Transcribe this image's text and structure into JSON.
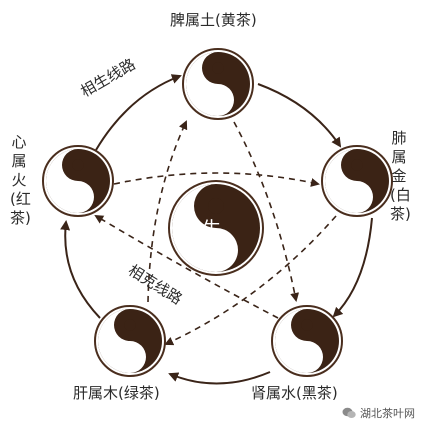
{
  "center": {
    "label": "养生"
  },
  "nodes": [
    {
      "id": "spleen",
      "label": "脾属土(黄茶)",
      "vertical": false
    },
    {
      "id": "lung",
      "label": "肺属金(白茶)",
      "vertical": true
    },
    {
      "id": "kidney",
      "label": "肾属水(黑茶)",
      "vertical": false
    },
    {
      "id": "liver",
      "label": "肝属木(绿茶)",
      "vertical": false
    },
    {
      "id": "heart",
      "label": "心属火(红茶)",
      "vertical": true
    }
  ],
  "routes": {
    "generating": "相生线路",
    "controlling": "相克线路"
  },
  "watermark": {
    "text": "湖北茶叶网",
    "icon": "wechat-icon"
  },
  "colors": {
    "ink": "#3a2418",
    "circle_border": "#4a2e1e",
    "taiji_dark": "#3b2315",
    "taiji_light": "#ffffff"
  }
}
